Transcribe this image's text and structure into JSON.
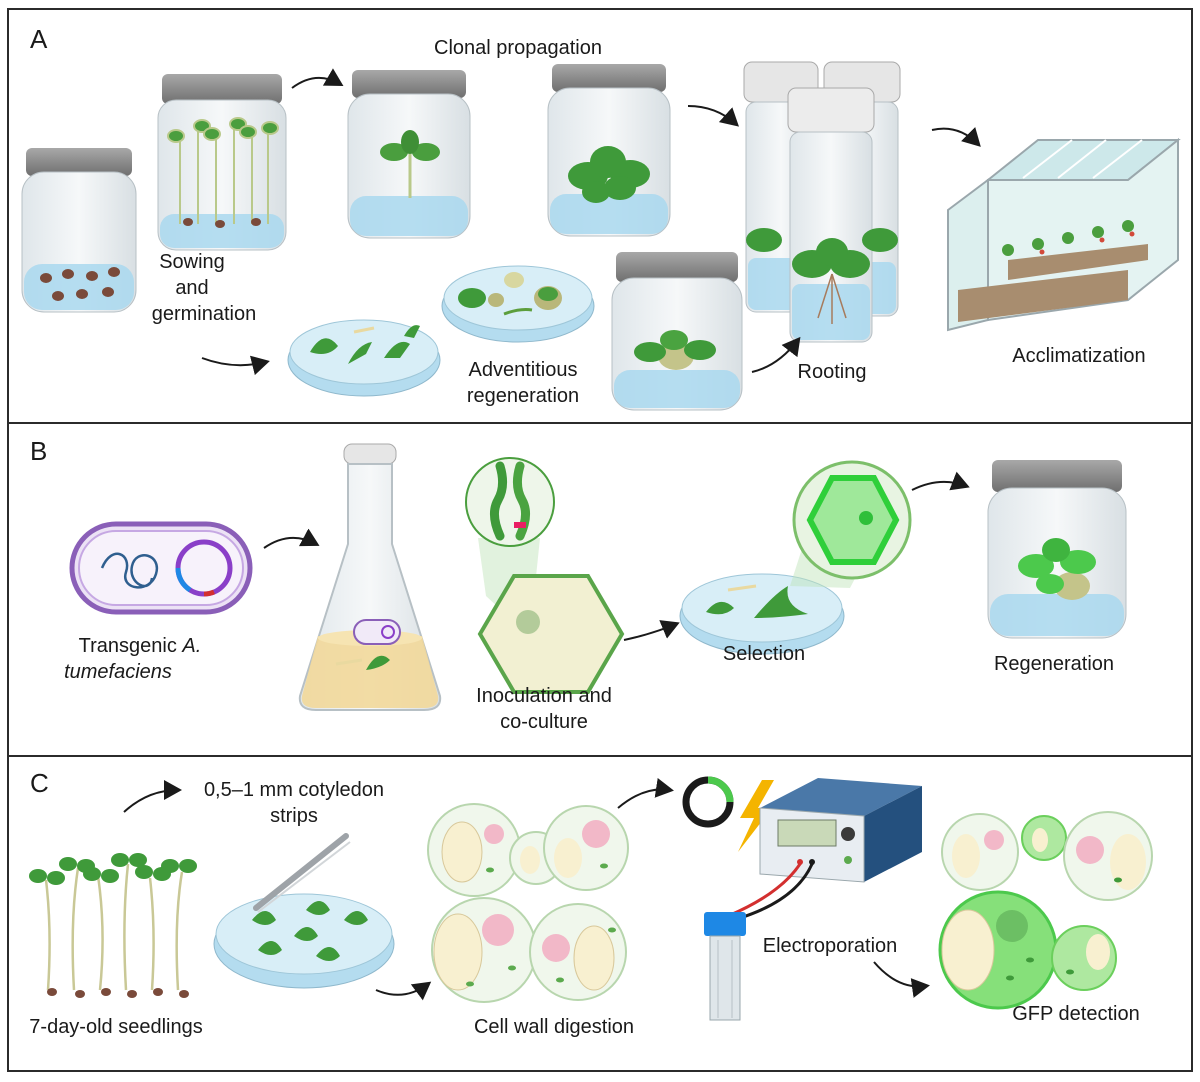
{
  "panels": {
    "a": {
      "letter": "A",
      "clonal_propagation": "Clonal propagation",
      "sowing_1": "Sowing",
      "sowing_2": "and",
      "sowing_3": "germination",
      "adventitious_1": "Adventitious",
      "adventitious_2": "regeneration",
      "rooting": "Rooting",
      "acclimatization": "Acclimatization"
    },
    "b": {
      "letter": "B",
      "transgenic_1": "Transgenic",
      "transgenic_italic_1": "A.",
      "transgenic_italic_2": "tumefaciens",
      "inoculation_1": "Inoculation and",
      "inoculation_2": "co-culture",
      "selection": "Selection",
      "regeneration": "Regeneration"
    },
    "c": {
      "letter": "C",
      "strips_1": "0,5–1 mm cotyledon",
      "strips_2": "strips",
      "seedlings": "7-day-old seedlings",
      "digestion": "Cell wall digestion",
      "electroporation": "Electroporation",
      "gfp": "GFP detection"
    }
  },
  "colors": {
    "panel_border": "#2b2b2b",
    "leaf_green": "#3f9a3a",
    "bright_green": "#4cc94c",
    "medium_blue": "#a9d8ef",
    "glass": "#e8edf0",
    "lid_gray": "#8f8f8f",
    "seed_brown": "#7a4a3a",
    "agro_purple": "#8a5fb8",
    "broth_yellow": "#f2d89a",
    "device_blue": "#2f5f8f",
    "cell_cream": "#f8f0d0",
    "cell_pink": "#f2b8c8",
    "bolt_yellow": "#f4b400"
  },
  "icons": [
    "jar-icon",
    "seed-icon",
    "seedling-icon",
    "petri-dish-icon",
    "tube-icon",
    "greenhouse-icon",
    "bacterium-icon",
    "plasmid-icon",
    "flask-icon",
    "chromosome-icon",
    "cell-hexagon-icon",
    "magnifier-icon",
    "forceps-icon",
    "protoplast-icon",
    "lightning-icon",
    "electroporator-icon",
    "cuvette-icon",
    "arrow-icon"
  ]
}
